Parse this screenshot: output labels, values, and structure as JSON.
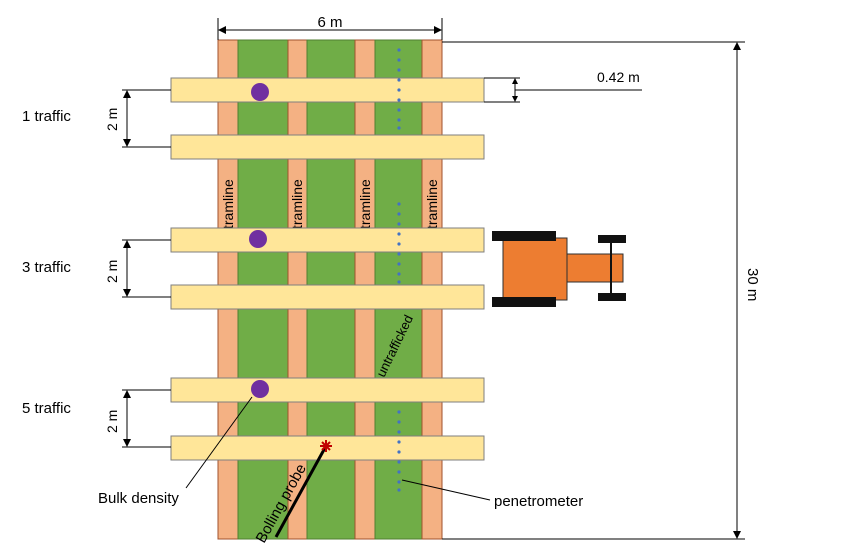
{
  "dimensions": {
    "width_label": "6 m",
    "length_label": "30 m",
    "strip_width_label": "0.42 m",
    "spacing_label": "2 m"
  },
  "traffic_groups": [
    {
      "label": "1 traffic",
      "spacing": "2 m"
    },
    {
      "label": "3 traffic",
      "spacing": "2 m"
    },
    {
      "label": "5 traffic",
      "spacing": "2 m"
    }
  ],
  "tramline_label": "tramline",
  "untrafficked_label": "untrafficked",
  "annotations": {
    "bulk_density": "Bulk density",
    "penetrometer": "penetrometer",
    "bolling_probe": "Bolling probe"
  },
  "colors": {
    "tramline": "#f4b183",
    "crop": "#70ad47",
    "traffic_strip": "#ffe699",
    "tractor": "#ed7d31",
    "sample_point": "#7030a0",
    "penetrometer_dots": "#4472c4",
    "probe_marker": "#c00000"
  }
}
